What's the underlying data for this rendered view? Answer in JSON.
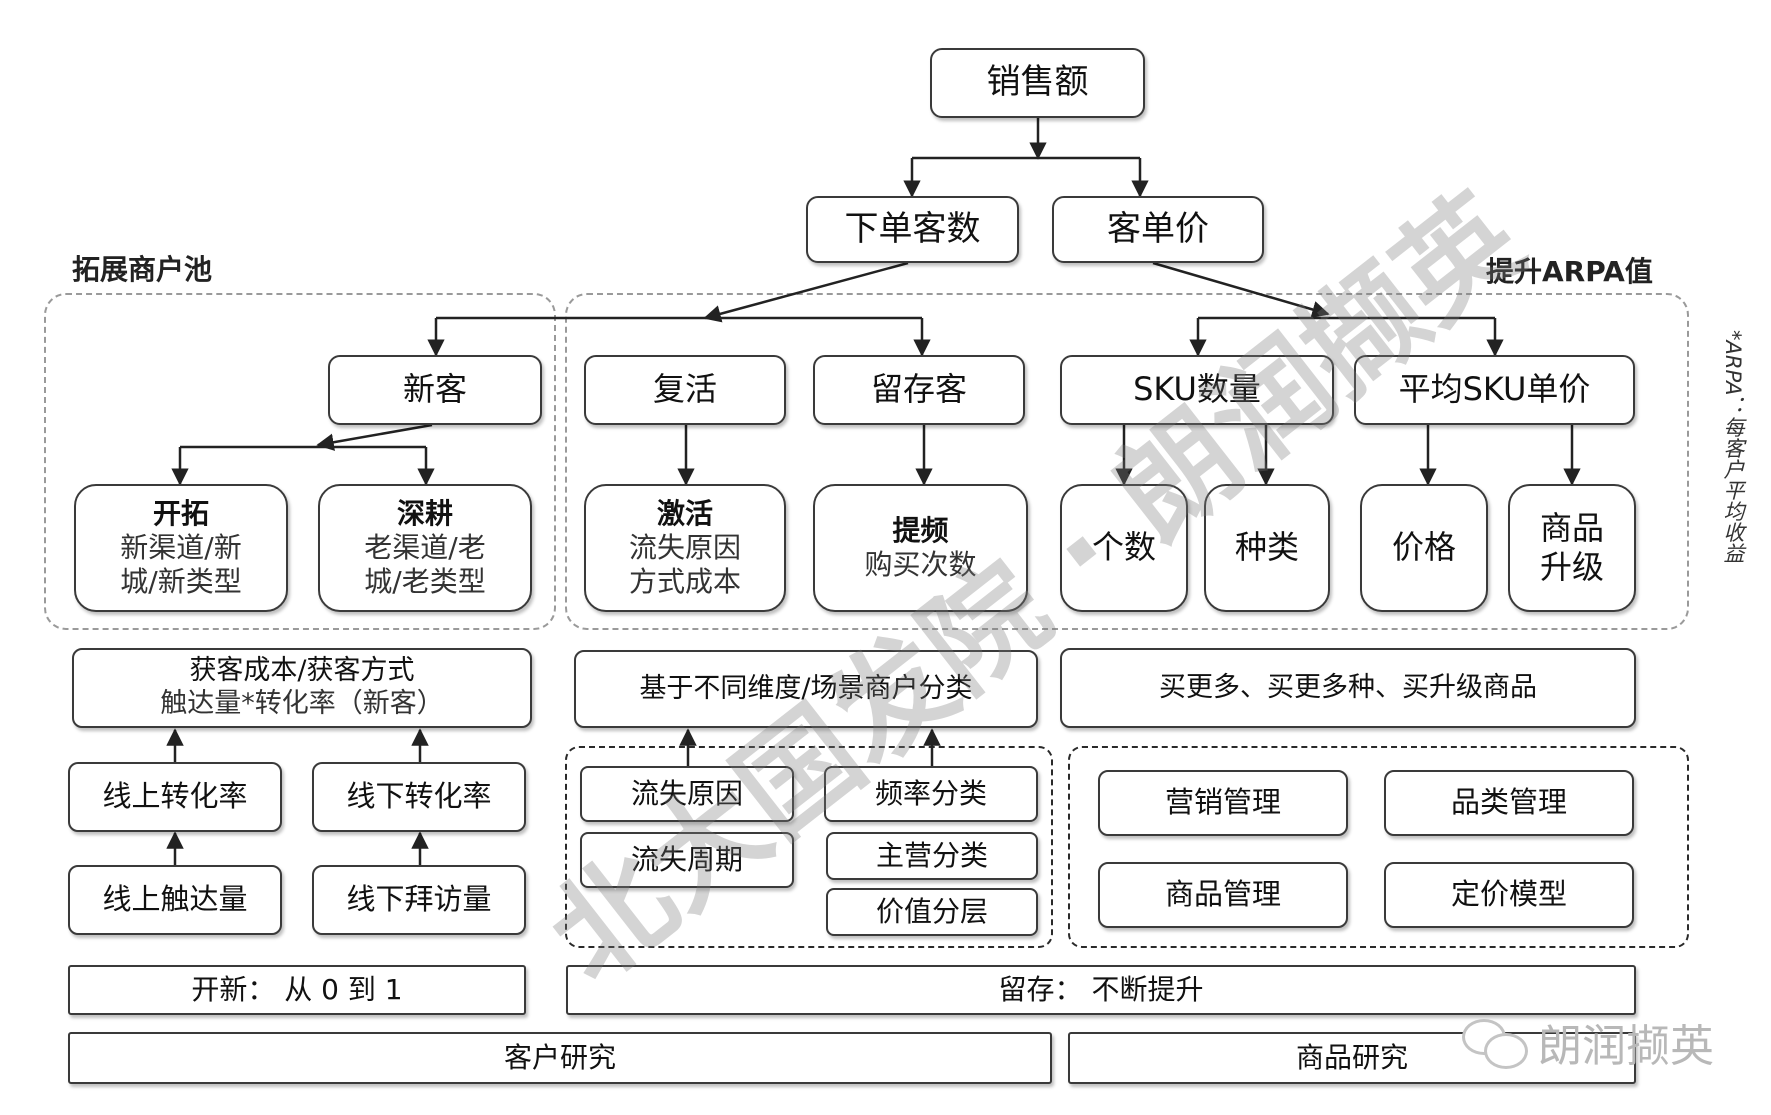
{
  "top": {
    "sales": "销售额",
    "orders": "下单客数",
    "aov": "客单价"
  },
  "labels": {
    "left_group": "拓展商户池",
    "right_group": "提升ARPA值",
    "side_note": "*ARPA：每客户平均收益"
  },
  "left": {
    "new_customer": "新客",
    "expand": {
      "title": "开拓",
      "lines": [
        "新渠道/新",
        "城/新类型"
      ]
    },
    "deepen": {
      "title": "深耕",
      "lines": [
        "老渠道/老",
        "城/老类型"
      ]
    },
    "acq": {
      "line1": "获客成本/获客方式",
      "line2": "触达量*转化率（新客）"
    },
    "online_conv": "线上转化率",
    "offline_conv": "线下转化率",
    "online_reach": "线上触达量",
    "offline_visit": "线下拜访量",
    "open_new": "开新：  从 0 到 1"
  },
  "middle": {
    "revive": "复活",
    "retain": "留存客",
    "activate": {
      "title": "激活",
      "lines": [
        "流失原因",
        "方式成本"
      ]
    },
    "boost": {
      "title": "提频",
      "lines": [
        "购买次数"
      ]
    },
    "classify": "基于不同维度/场景商户分类",
    "churn_reason": "流失原因",
    "churn_cycle": "流失周期",
    "freq_class": "频率分类",
    "main_class": "主营分类",
    "value_tier": "价值分层"
  },
  "right": {
    "sku_count": "SKU数量",
    "avg_sku_price": "平均SKU单价",
    "count": "个数",
    "kind": "种类",
    "price": "价格",
    "upgrade": {
      "lines": [
        "商品",
        "升级"
      ]
    },
    "buy_more": "买更多、买更多种、买升级商品",
    "marketing": "营销管理",
    "category": "品类管理",
    "product": "商品管理",
    "pricing": "定价模型"
  },
  "bottom": {
    "retention": "留存：  不断提升",
    "customer_research": "客户研究",
    "product_research": "商品研究"
  },
  "watermarks": {
    "main": "北大国发院 · 朗润撷英",
    "wechat": "朗润撷英"
  },
  "colors": {
    "box_border": "#3a3a3a",
    "dash_light": "#9a9a9a",
    "line": "#222222"
  }
}
